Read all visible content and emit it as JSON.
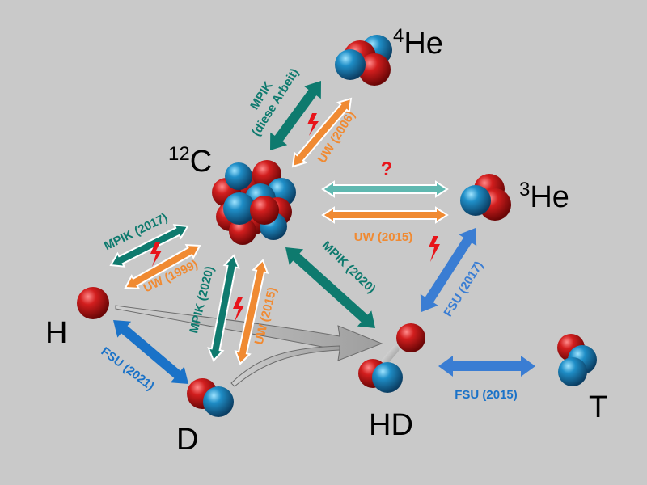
{
  "colors": {
    "background": "#c9c9c9",
    "mpik": "#0e7a6e",
    "uw": "#f08a32",
    "fsu": "#3a7dd3",
    "fsu_dark": "#1a72c8",
    "proton": "#d21e1e",
    "neutron": "#1f8ec7",
    "spark": "#e8141a",
    "question": "#e8141a"
  },
  "nuclides": {
    "he4": {
      "mass": "4",
      "symbol": "He"
    },
    "c12": {
      "mass": "12",
      "symbol": "C"
    },
    "he3": {
      "mass": "3",
      "symbol": "He"
    },
    "h": {
      "symbol": "H"
    },
    "d": {
      "symbol": "D"
    },
    "hd": {
      "symbol": "HD"
    },
    "t": {
      "symbol": "T"
    }
  },
  "links": {
    "c12_he4_mpik": {
      "line1": "MPIK",
      "line2": "(diese Arbeit)"
    },
    "c12_he4_uw": "UW (2006)",
    "c12_he3_question": "?",
    "c12_he3_uw": "UW (2015)",
    "c12_h_mpik": "MPIK (2017)",
    "c12_h_uw": "UW (1999)",
    "c12_d_mpik": "MPIK (2020)",
    "c12_d_uw": "UW (2015)",
    "c12_hd_mpik": "MPIK (2020)",
    "he3_hd_fsu": "FSU (2017)",
    "h_d_fsu": "FSU (2021)",
    "hd_t_fsu": "FSU (2015)"
  }
}
